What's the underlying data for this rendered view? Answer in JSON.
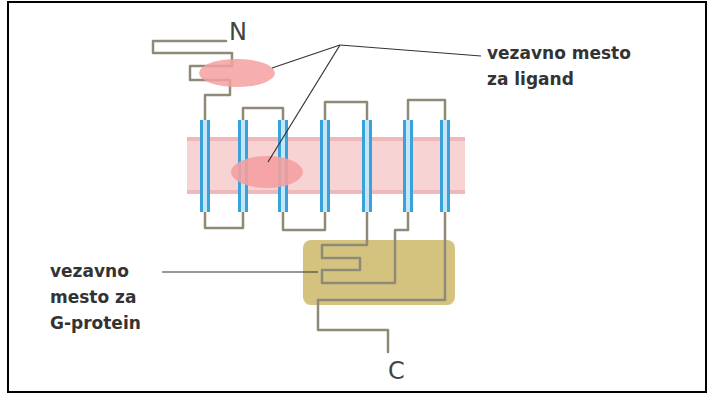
{
  "diagram": {
    "labels": [
      "N",
      "vezavno mesto za ligand",
      "vezavno mesto za G-protein",
      "C"
    ]
  }
}
